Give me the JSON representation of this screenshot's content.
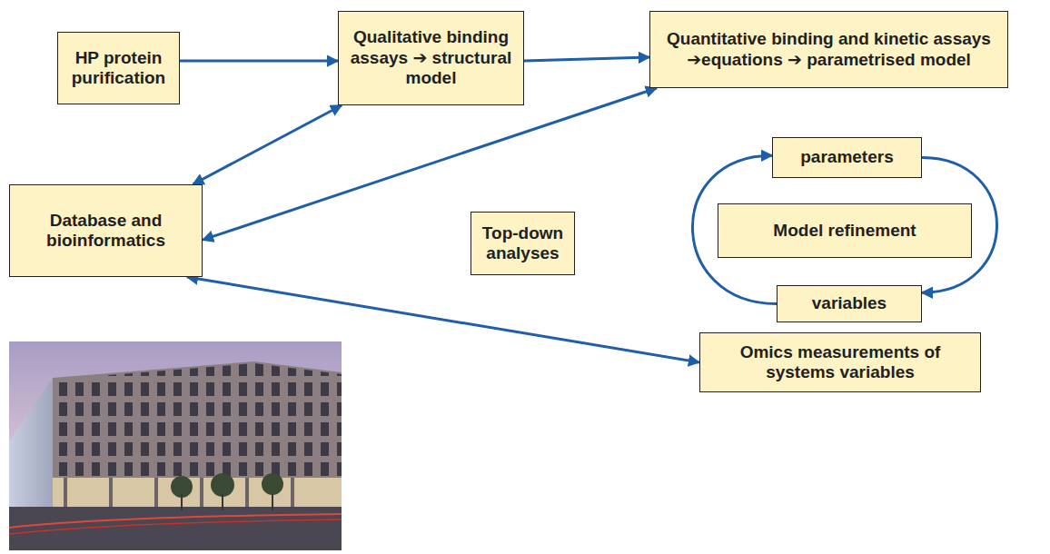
{
  "diagram": {
    "nodes": [
      {
        "text": [
          "HP protein purification"
        ]
      },
      {
        "text": [
          "Qualitative binding assays ➔ structural model"
        ]
      },
      {
        "text": [
          "Quantitative binding and kinetic assays ➔equations ➔ parametrised model"
        ]
      },
      {
        "text": [
          "Database and bioinformatics"
        ]
      },
      {
        "text": [
          "Top-down analyses"
        ]
      },
      {
        "text": [
          "parameters"
        ]
      },
      {
        "text": [
          "Model refinement"
        ]
      },
      {
        "text": [
          "variables"
        ]
      },
      {
        "text": [
          "Omics measurements of systems variables"
        ]
      }
    ],
    "edges": [
      {
        "from": 0,
        "to": 1,
        "arrow": "to"
      },
      {
        "from": 1,
        "to": 2,
        "arrow": "to"
      },
      {
        "from": 3,
        "to": 1,
        "arrow": "both"
      },
      {
        "from": 3,
        "to": 2,
        "arrow": "both"
      },
      {
        "from": 3,
        "to": 8,
        "arrow": "both"
      },
      {
        "from": 5,
        "to": 7,
        "arrow": "to"
      },
      {
        "from": 7,
        "to": 5,
        "arrow": "to"
      }
    ]
  }
}
